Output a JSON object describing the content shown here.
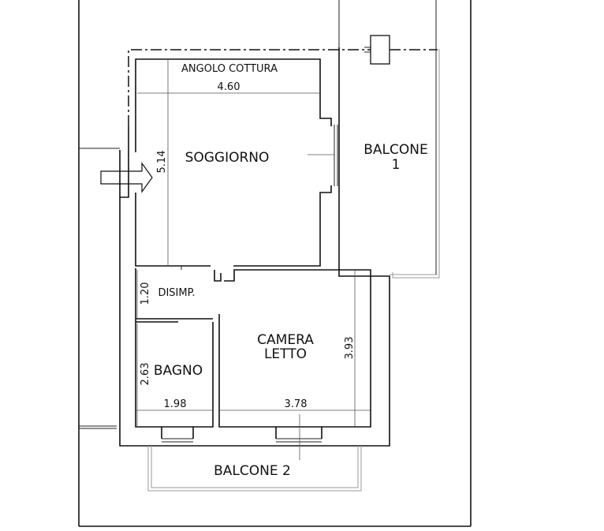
{
  "rooms": {
    "kitchen": "ANGOLO COTTURA",
    "living": "SOGGIORNO",
    "balcony1_line1": "BALCONE",
    "balcony1_line2": "1",
    "hall": "DISIMP.",
    "bath": "BAGNO",
    "bedroom_line1": "CAMERA",
    "bedroom_line2": "LETTO",
    "balcony2": "BALCONE 2"
  },
  "dimensions": {
    "living_width": "4.60",
    "living_depth": "5.14",
    "hall_depth": "1.20",
    "bath_depth": "2.63",
    "bath_width": "1.98",
    "bedroom_width": "3.78",
    "bedroom_depth": "3.93"
  },
  "colors": {
    "line": "#111111",
    "background": "#ffffff"
  }
}
